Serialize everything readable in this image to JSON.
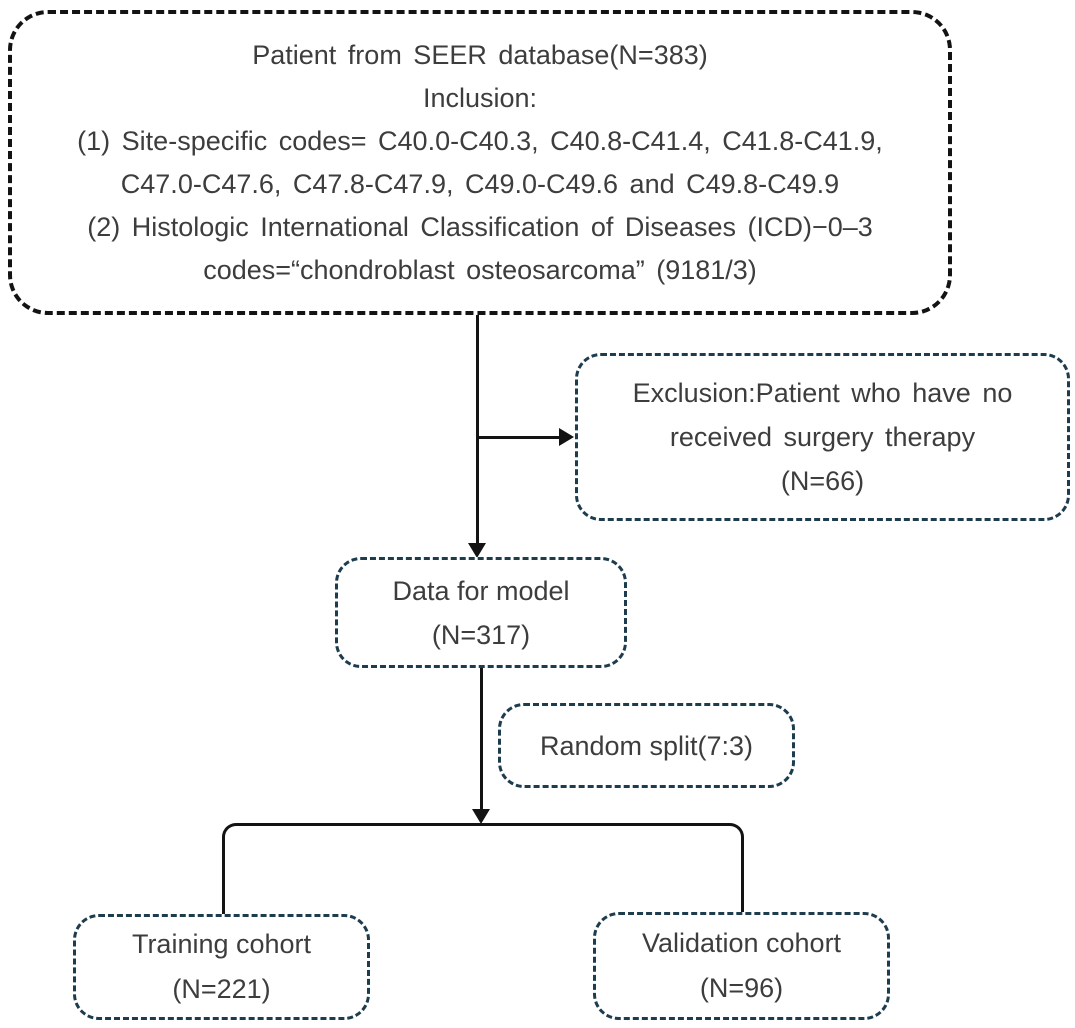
{
  "diagram": {
    "type": "flowchart",
    "colors": {
      "background": "#ffffff",
      "top_box_border": "#131313",
      "sub_box_border": "#1d3c4e",
      "connector": "#131313",
      "text": "#3d3d3d"
    },
    "boxes": {
      "seer": {
        "lines": [
          "Patient from SEER database(N=383)",
          "Inclusion:",
          "(1) Site-specific codes= C40.0-C40.3, C40.8-C41.4, C41.8-C41.9,",
          "C47.0-C47.6, C47.8-C47.9, C49.0-C49.6 and C49.8-C49.9",
          "(2) Histologic International Classification of Diseases (ICD)−0–3",
          "codes=“chondroblast osteosarcoma” (9181/3)"
        ]
      },
      "exclusion": {
        "lines": [
          "Exclusion:Patient who have no",
          "received surgery therapy",
          "(N=66)"
        ]
      },
      "model": {
        "lines": [
          "Data for model",
          "(N=317)"
        ]
      },
      "split": {
        "lines": [
          "Random split(7:3)"
        ]
      },
      "training": {
        "lines": [
          "Training cohort",
          "(N=221)"
        ]
      },
      "validation": {
        "lines": [
          "Validation cohort",
          "(N=96)"
        ]
      }
    }
  }
}
